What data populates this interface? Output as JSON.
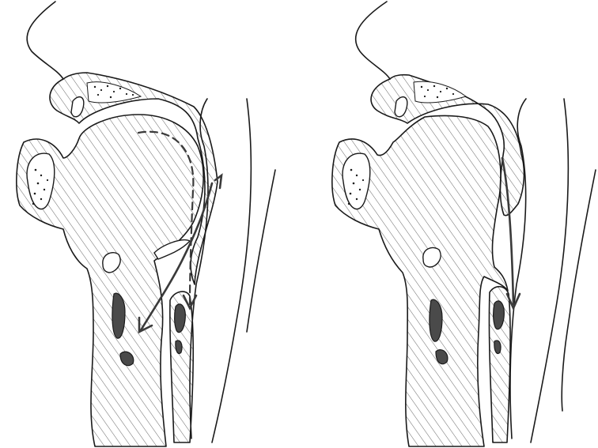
{
  "figure": {
    "panels": [
      {
        "id": "left",
        "arrows": [
          "solid-air-flow",
          "dashed-food-flow"
        ]
      },
      {
        "id": "right",
        "arrows": [
          "solid-flow"
        ]
      }
    ],
    "colors": {
      "ink": "#1a1a1a",
      "hatch": "#555555",
      "arrow": "#3a3a3a",
      "background": "#ffffff"
    }
  }
}
